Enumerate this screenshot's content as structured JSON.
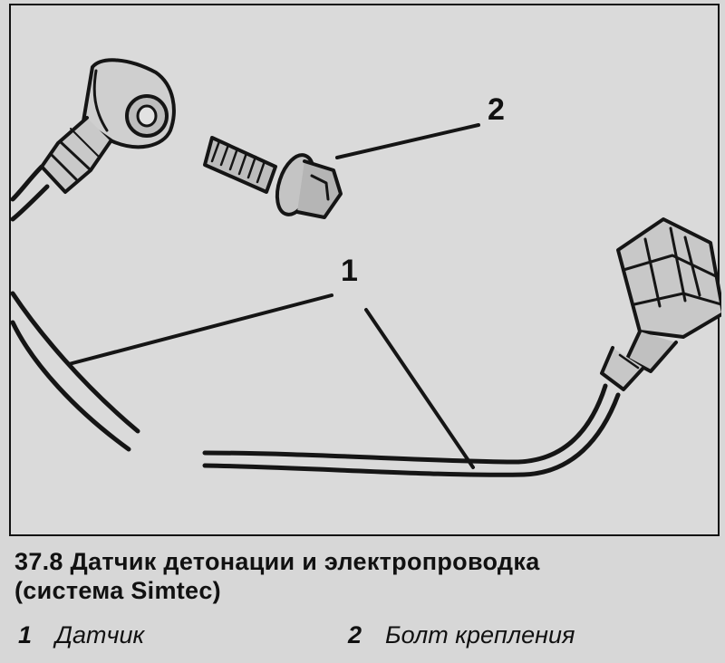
{
  "figure": {
    "callouts": [
      {
        "id": "1",
        "label": "1"
      },
      {
        "id": "2",
        "label": "2"
      }
    ],
    "parts": [
      {
        "number": "1",
        "name": "knock sensor with wiring"
      },
      {
        "number": "2",
        "name": "mounting bolt"
      }
    ]
  },
  "caption": {
    "title_line1": "37.8 Датчик детонации и электропроводка",
    "title_line2": "(система Simtec)"
  },
  "legend": [
    {
      "number": "1",
      "text": "Датчик"
    },
    {
      "number": "2",
      "text": "Болт крепления"
    }
  ]
}
